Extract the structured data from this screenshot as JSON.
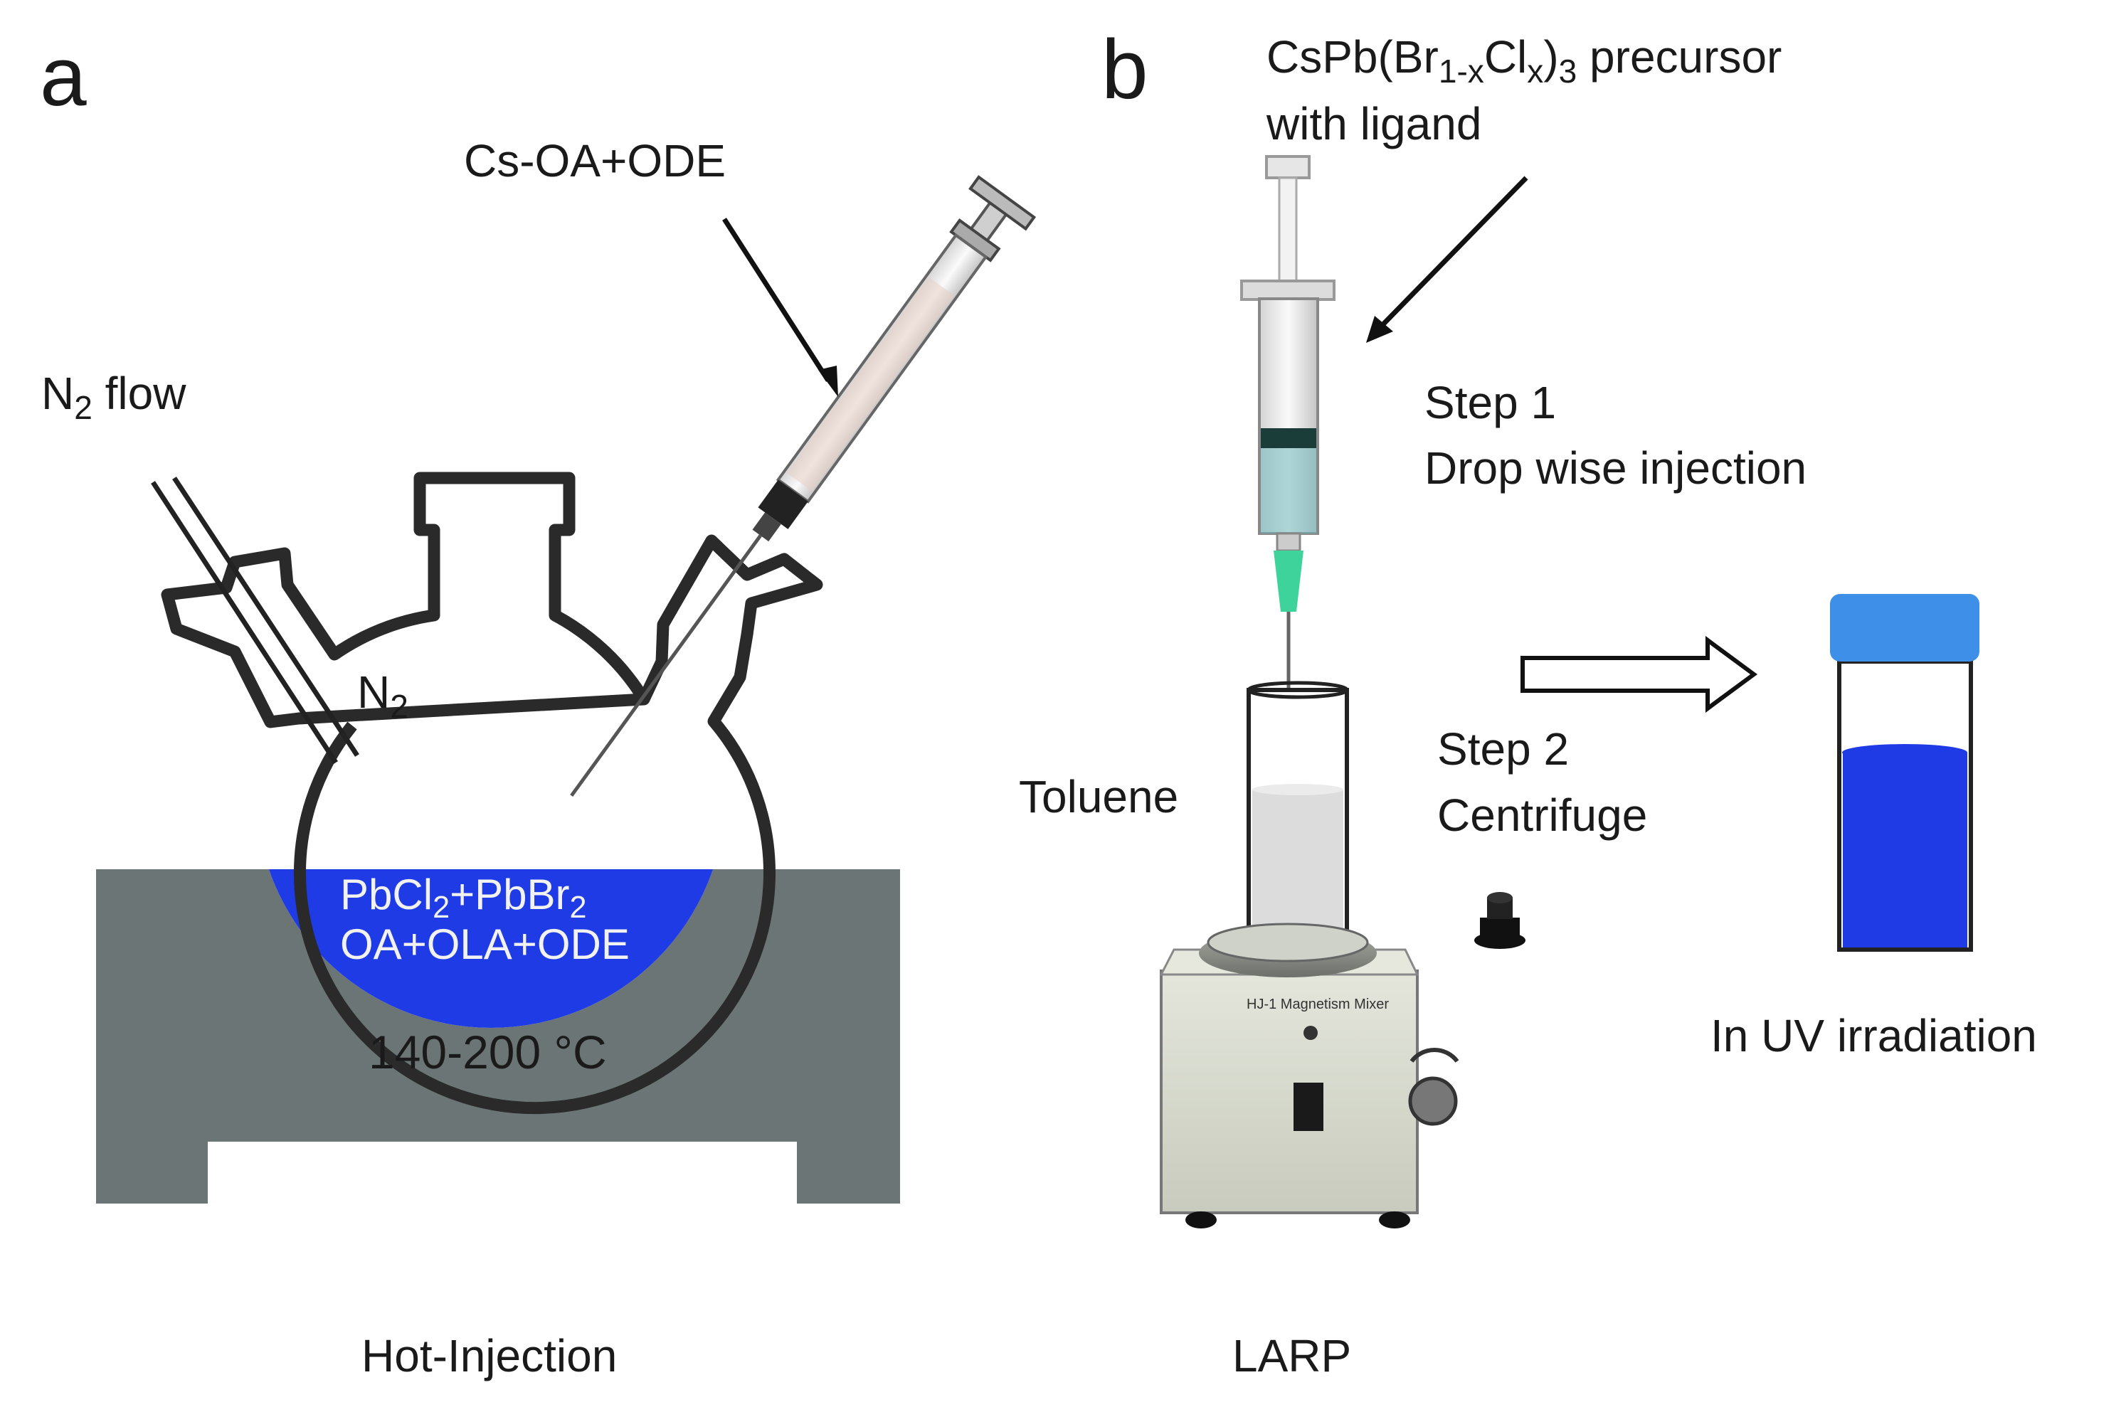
{
  "panel_a": {
    "letter": "a",
    "n2_flow": {
      "main": "N",
      "sub": "2",
      "rest": " flow"
    },
    "n2_tube": {
      "main": "N",
      "sub": "2"
    },
    "syringe_label": "Cs-OA+ODE",
    "solution_line1": {
      "a": "PbCl",
      "a_sub": "2",
      "b": "+PbBr",
      "b_sub": "2"
    },
    "solution_line2": "OA+OLA+ODE",
    "temperature": "140-200 °C",
    "caption": "Hot-Injection"
  },
  "panel_b": {
    "letter": "b",
    "precursor_line1": {
      "a": "CsPb(Br",
      "a_sub": "1-x",
      "b": "Cl",
      "b_sub": "x",
      "c": ")",
      "c_sub": "3",
      "d": " precursor"
    },
    "precursor_line2": "with ligand",
    "step1_title": "Step 1",
    "step1_desc": "Drop wise injection",
    "toluene": "Toluene",
    "step2_title": "Step 2",
    "step2_desc": "Centrifuge",
    "mixer_label": "HJ-1 Magnetism Mixer",
    "uv_label": "In UV irradiation",
    "caption": "LARP"
  },
  "colors": {
    "heater": "#6b7575",
    "solution_blue": "#1f3be6",
    "vial_cap": "#3d8fe8",
    "needle_green": "#3ed39a",
    "mixer_body": "#d9dcd0"
  }
}
